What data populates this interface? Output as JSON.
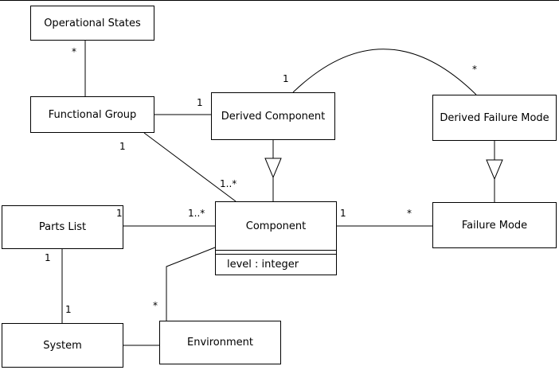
{
  "diagram": {
    "nodes": {
      "operational_states": {
        "label": "Operational States"
      },
      "functional_group": {
        "label": "Functional Group"
      },
      "derived_component": {
        "label": "Derived Component"
      },
      "derived_failure_mode": {
        "label": "Derived Failure Mode"
      },
      "parts_list": {
        "label": "Parts List"
      },
      "component": {
        "label": "Component",
        "attribute": "level : integer"
      },
      "failure_mode": {
        "label": "Failure Mode"
      },
      "system": {
        "label": "System"
      },
      "environment": {
        "label": "Environment"
      }
    },
    "edge_labels": {
      "operational_states_end": "*",
      "fg_to_derived_component": "1",
      "arc_derived_component_end": "1",
      "arc_derived_failure_mode_end": "*",
      "fg_to_component_fg_end": "1",
      "fg_to_component_comp_end": "1..*",
      "parts_list_to_component_pl_end": "1",
      "parts_list_to_component_comp_end": "1..*",
      "component_to_failure_mode_comp_end": "1",
      "component_to_failure_mode_fm_end": "*",
      "parts_list_to_system_pl_end": "1",
      "parts_list_to_system_sys_end": "1",
      "component_to_environment_env_end": "*"
    },
    "colors": {
      "line": "#000000",
      "node_border": "#000000",
      "node_fill": "#ffffff",
      "background": "#ffffff"
    }
  }
}
